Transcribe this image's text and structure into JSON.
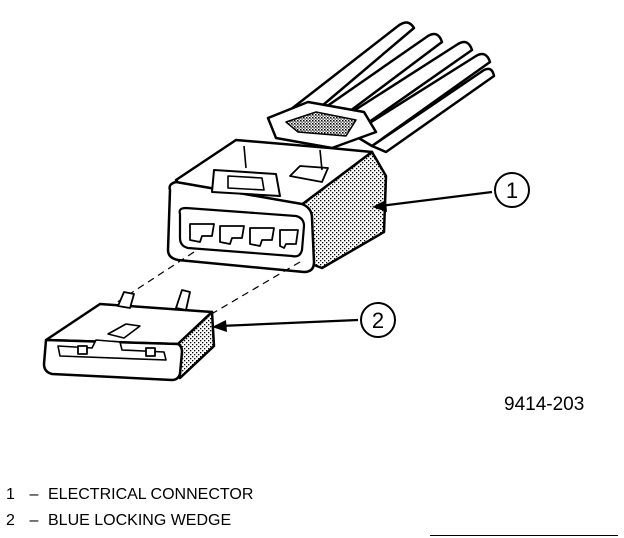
{
  "callouts": [
    {
      "number": "1"
    },
    {
      "number": "2"
    }
  ],
  "figure_code": "9414-203",
  "legend": [
    {
      "number": "1",
      "separator": "–",
      "label": "ELECTRICAL CONNECTOR"
    },
    {
      "number": "2",
      "separator": "–",
      "label": "BLUE LOCKING WEDGE"
    }
  ]
}
